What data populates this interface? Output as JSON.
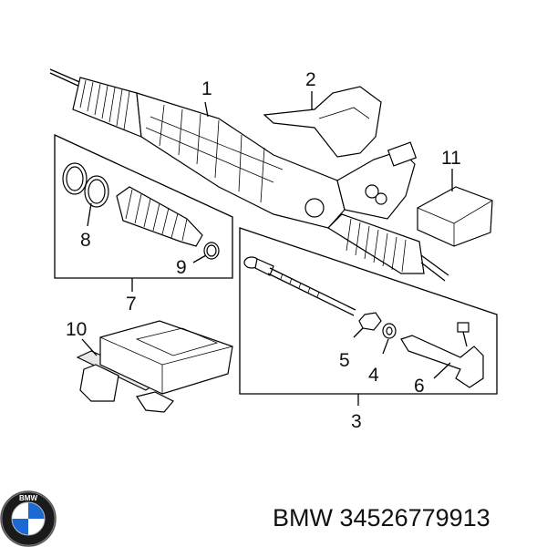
{
  "callouts": {
    "c1": "1",
    "c2": "2",
    "c3": "3",
    "c4": "4",
    "c5": "5",
    "c6": "6",
    "c7": "7",
    "c8": "8",
    "c9": "9",
    "c10": "10",
    "c11": "11"
  },
  "footer": {
    "brand": "BMW",
    "part_number": "34526779913"
  },
  "logo": {
    "text": "BMW",
    "icon": "bmw-roundel-logo"
  },
  "colors": {
    "blue": "#1c69d4",
    "line": "#000000"
  }
}
